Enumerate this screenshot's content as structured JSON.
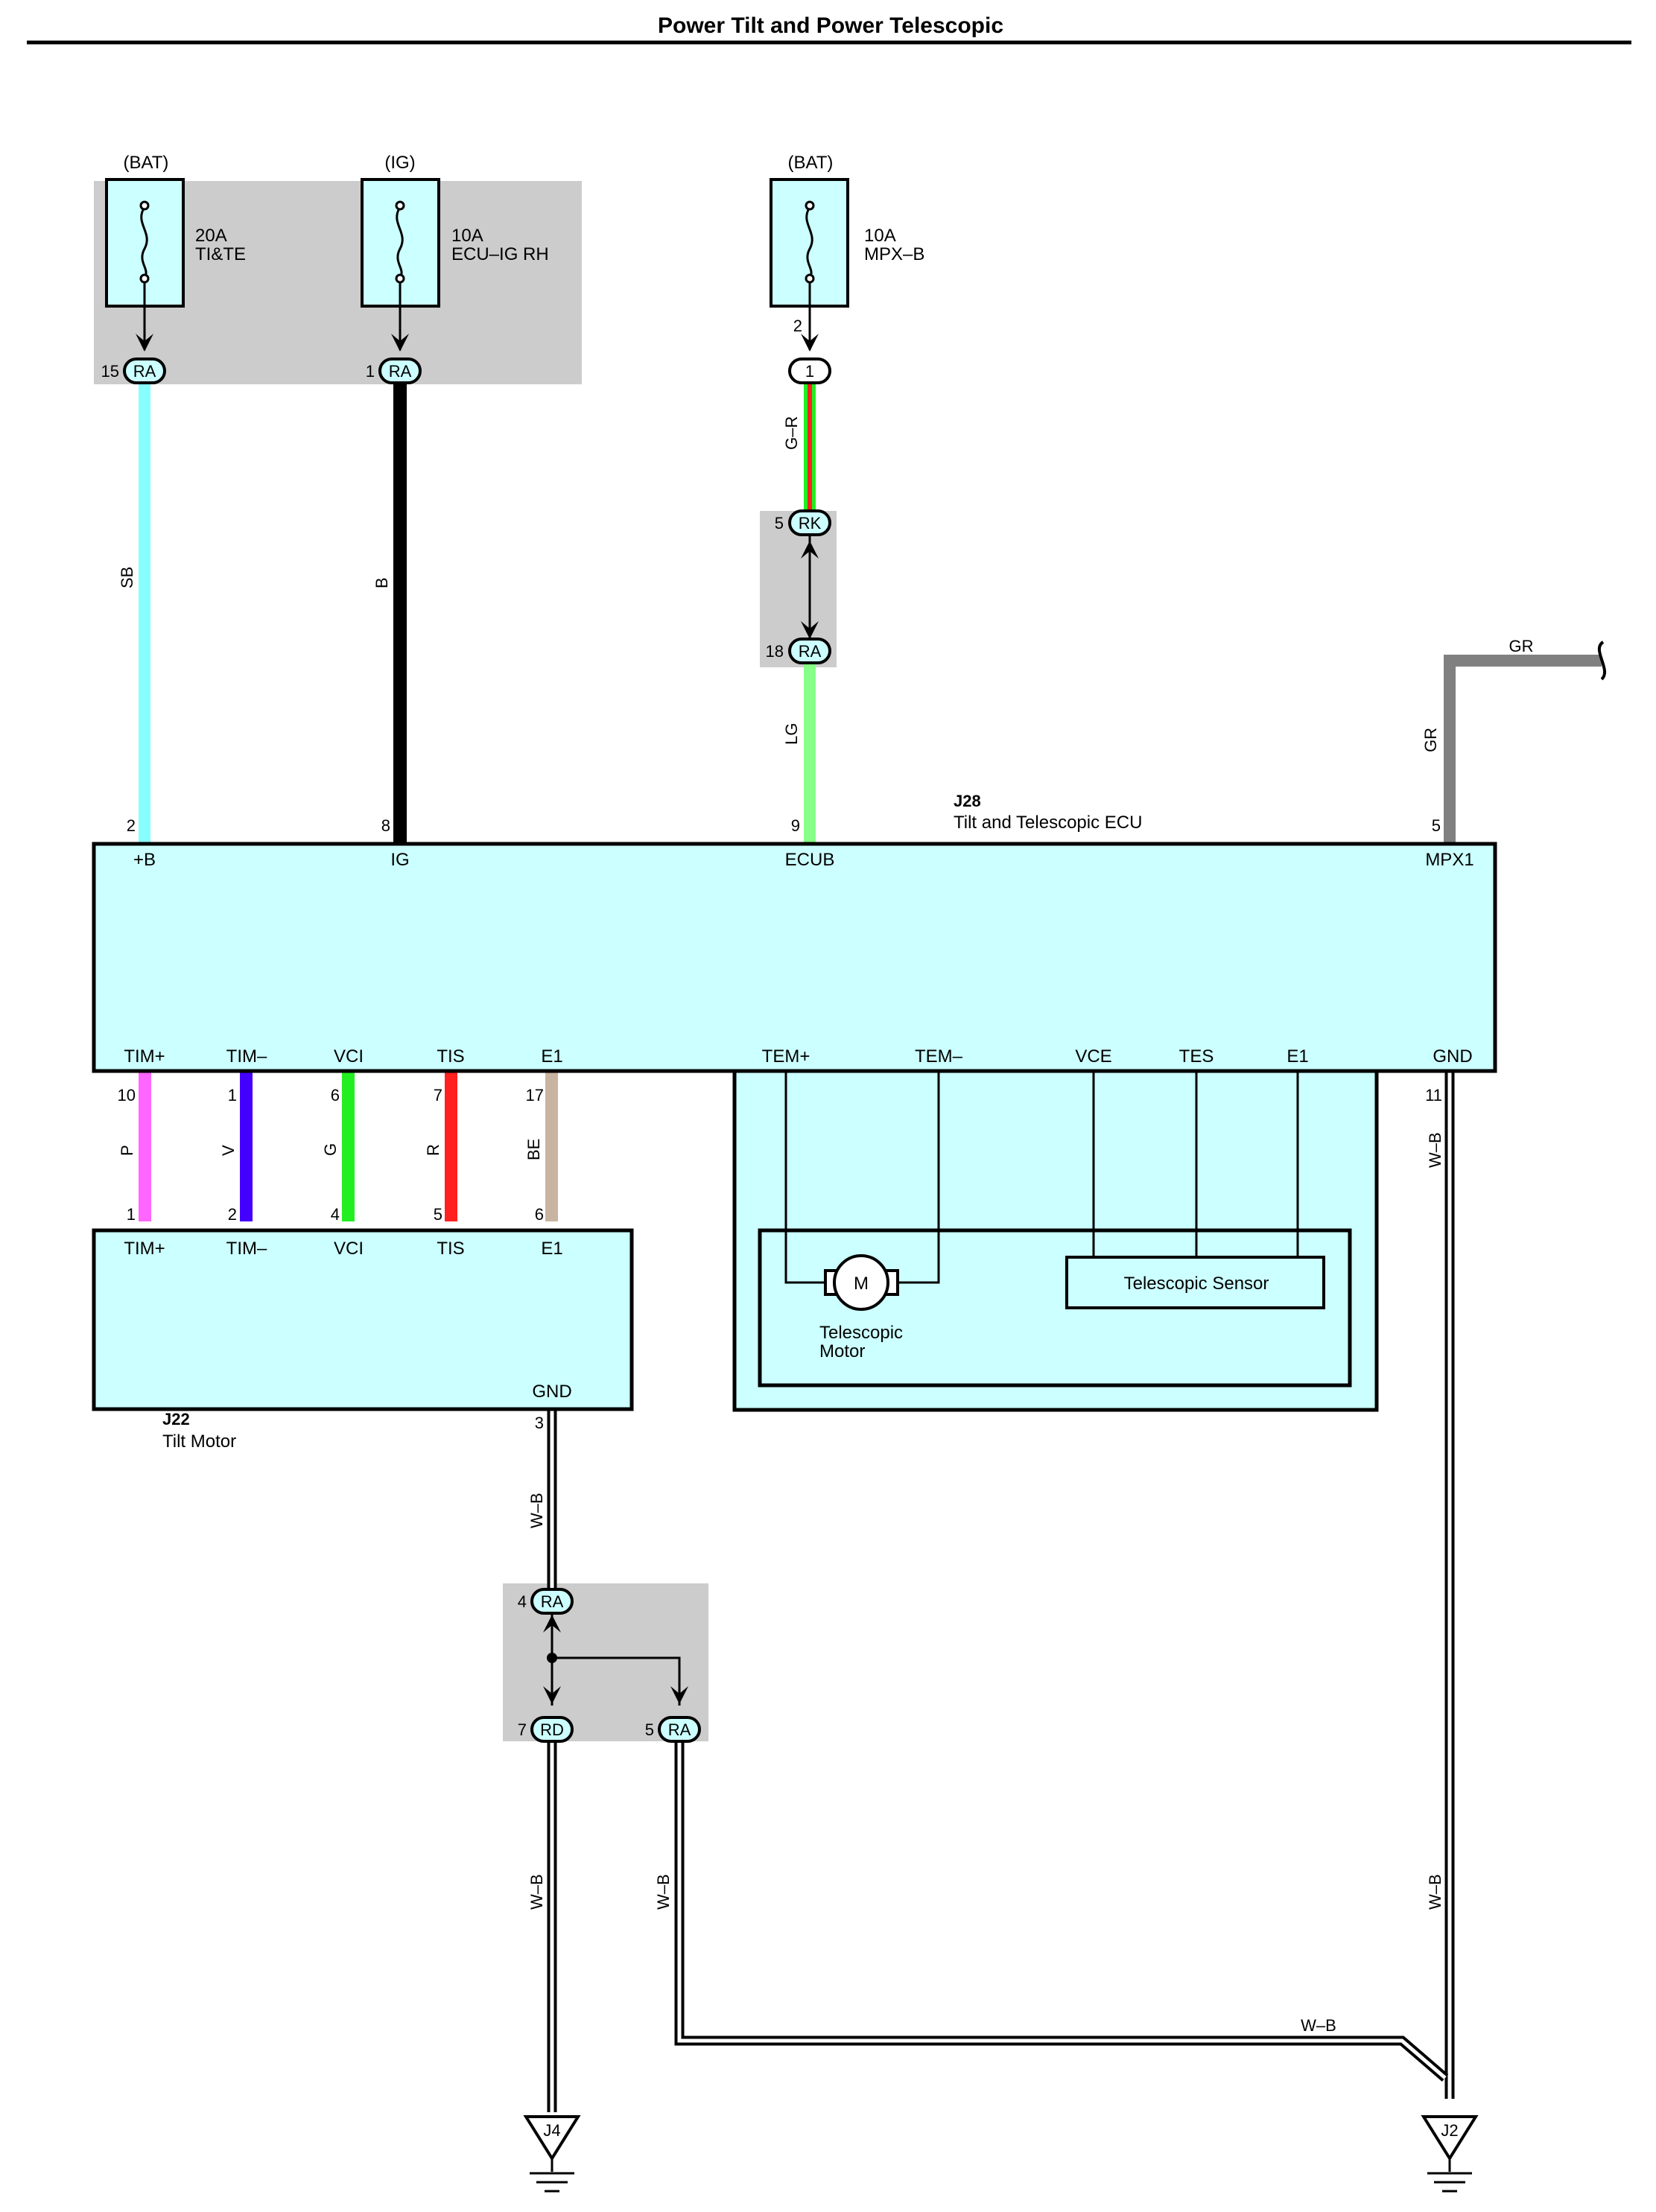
{
  "title": "Power Tilt and Power Telescopic",
  "colors": {
    "box_fill": "#ccffff",
    "shade": "#cccccc",
    "SB": "#88ffff",
    "B": "#000000",
    "G": "#22ee22",
    "R": "#ff2020",
    "LG": "#88ff88",
    "GR": "#808080",
    "P": "#ff66ff",
    "V": "#4400ff",
    "BE": "#c8b4a0",
    "WB": "#ffffff"
  },
  "fuses": [
    {
      "source": "(BAT)",
      "rating": "20A",
      "name": "TI&TE"
    },
    {
      "source": "(IG)",
      "rating": "10A",
      "name": "ECU–IG RH"
    },
    {
      "source": "(BAT)",
      "rating": "10A",
      "name": "MPX–B"
    }
  ],
  "connectors": {
    "ra15": {
      "id": "RA",
      "pin": "15"
    },
    "ra1": {
      "id": "RA",
      "pin": "1"
    },
    "mpx_pin_top": "2",
    "c1": {
      "id": "1"
    },
    "rk5": {
      "id": "RK",
      "pin": "5"
    },
    "ra18": {
      "id": "RA",
      "pin": "18"
    },
    "ra4": {
      "id": "RA",
      "pin": "4"
    },
    "rd7": {
      "id": "RD",
      "pin": "7"
    },
    "ra5": {
      "id": "RA",
      "pin": "5"
    }
  },
  "wires": {
    "sb": "SB",
    "b": "B",
    "gr_mpx": "G–R",
    "lg": "LG",
    "gr_v": "GR",
    "gr_h": "GR",
    "p": "P",
    "v": "V",
    "g": "G",
    "r": "R",
    "be": "BE",
    "wb_right": "W–B",
    "wb_j22": "W–B",
    "wb_j4": "W–B",
    "wb_mid": "W–B",
    "wb_h": "W–B",
    "wb_j2": "W–B"
  },
  "ecu": {
    "code": "J28",
    "name": "Tilt and Telescopic ECU",
    "top_pins": [
      {
        "num": "2",
        "label": "+B"
      },
      {
        "num": "8",
        "label": "IG"
      },
      {
        "num": "9",
        "label": "ECUB"
      },
      {
        "num": "5",
        "label": "MPX1"
      }
    ],
    "bottom_labels": [
      "TIM+",
      "TIM–",
      "VCI",
      "TIS",
      "E1",
      "TEM+",
      "TEM–",
      "VCE",
      "TES",
      "E1",
      "GND"
    ],
    "bottom_pins": [
      "10",
      "1",
      "6",
      "7",
      "17",
      "11"
    ]
  },
  "tilt_motor": {
    "code": "J22",
    "name": "Tilt Motor",
    "labels": [
      "TIM+",
      "TIM–",
      "VCI",
      "TIS",
      "E1"
    ],
    "pins": [
      "1",
      "2",
      "4",
      "5",
      "6"
    ],
    "gnd_label": "GND",
    "gnd_pin": "3"
  },
  "telescopic": {
    "motor_symbol": "M",
    "motor_line1": "Telescopic",
    "motor_line2": "Motor",
    "sensor": "Telescopic Sensor"
  },
  "grounds": [
    "J4",
    "J2"
  ]
}
